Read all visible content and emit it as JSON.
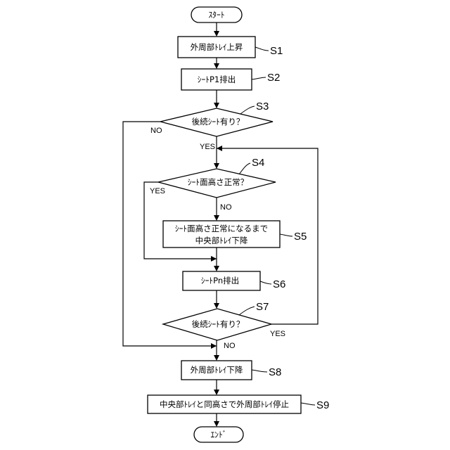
{
  "start": "ｽﾀｰﾄ",
  "end": "ｴﾝﾄﾞ",
  "steps": {
    "s1": {
      "label": "S1",
      "text": "外周部ﾄﾚｲ上昇"
    },
    "s2": {
      "label": "S2",
      "text": "ｼｰﾄP1排出"
    },
    "s3": {
      "label": "S3",
      "text": "後続ｼｰﾄ有り？"
    },
    "s4": {
      "label": "S4",
      "text": "ｼｰﾄ面高さ正常？"
    },
    "s5": {
      "label": "S5",
      "line1": "ｼｰﾄ面高さ正常になるまで",
      "line2": "中央部ﾄﾚｲ下降"
    },
    "s6": {
      "label": "S6",
      "text": "ｼｰﾄPn排出"
    },
    "s7": {
      "label": "S7",
      "text": "後続ｼｰﾄ有り？"
    },
    "s8": {
      "label": "S8",
      "text": "外周部ﾄﾚｲ下降"
    },
    "s9": {
      "label": "S9",
      "text": "中央部ﾄﾚｲと同高さで外周部ﾄﾚｲ停止"
    }
  },
  "branches": {
    "s3_no": "NO",
    "s3_yes": "YES",
    "s4_yes": "YES",
    "s4_no": "NO",
    "s7_yes": "YES",
    "s7_no": "NO"
  }
}
